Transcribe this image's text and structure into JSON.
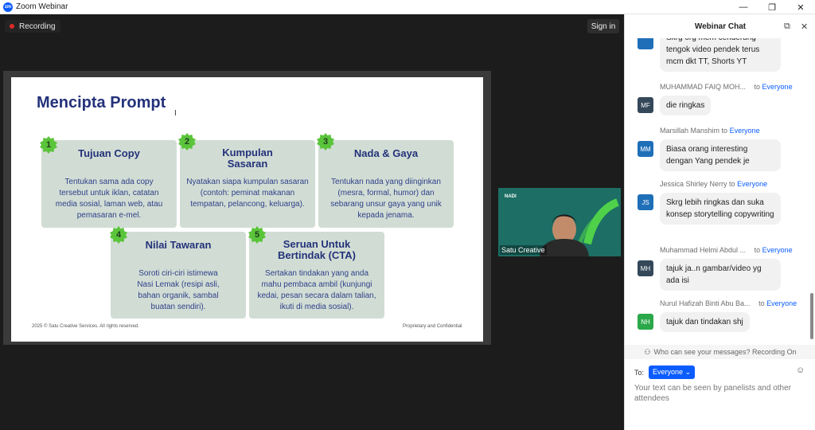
{
  "window": {
    "app_title": "Zoom Webinar",
    "logo_text": "zm",
    "minimize": "—",
    "maximize": "❐",
    "close": "✕"
  },
  "stage": {
    "recording_label": "Recording",
    "signin_label": "Sign in"
  },
  "slide": {
    "title": "Mencipta Prompt",
    "cards": [
      {
        "num": "1",
        "title": "Tujuan Copy",
        "body": "Tentukan sama ada copy tersebut untuk iklan, catatan media sosial, laman web, atau pemasaran e-mel."
      },
      {
        "num": "2",
        "title": "Kumpulan Sasaran",
        "body": "Nyatakan siapa kumpulan sasaran (contoh: peminat makanan tempatan, pelancong, keluarga)."
      },
      {
        "num": "3",
        "title": "Nada & Gaya",
        "body": "Tentukan nada yang diinginkan (mesra, formal, humor) dan sebarang unsur gaya yang unik kepada jenama."
      },
      {
        "num": "4",
        "title": "Nilai Tawaran",
        "body": "Soroti ciri-ciri istimewa Nasi Lemak (resipi asli, bahan organik, sambal buatan sendiri)."
      },
      {
        "num": "5",
        "title": "Seruan Untuk Bertindak (CTA)",
        "body": "Sertakan tindakan yang anda mahu pembaca ambil (kunjungi kedai, pesan secara dalam talian, ikuti di media sosial)."
      }
    ],
    "footer_left": "2025 © Satu Creative Services. All rights reserved.",
    "footer_right": "Proprietary and Confidential",
    "colors": {
      "card": "#d1ddd4",
      "badge": "#5ac43a",
      "heading": "#24327a"
    }
  },
  "video": {
    "participant_name": "Satu Creative",
    "logo_text": "NADI"
  },
  "chat": {
    "title": "Webinar Chat",
    "popout_icon": "popout-icon",
    "close_icon": "close-icon",
    "messages": [
      {
        "sender": "",
        "to": "",
        "initials": "",
        "avatar_color": "#1f6fb8",
        "text": "Skrg org mem cenderung tengok video pendek terus mcm dkt TT, Shorts YT"
      },
      {
        "sender": "MUHAMMAD FAIQ MOH...",
        "to": "Everyone",
        "initials": "MF",
        "avatar_color": "#344859",
        "text": "die ringkas"
      },
      {
        "sender": "Marsillah Manshim",
        "to": "Everyone",
        "initials": "MM",
        "avatar_color": "#1f6fb8",
        "text": "Biasa orang interesting dengan Yang pendek je"
      },
      {
        "sender": "Jessica Shirley Nerry",
        "to": "Everyone",
        "initials": "JS",
        "avatar_color": "#1f6fb8",
        "text": "Skrg lebih ringkas dan suka konsep storytelling copywriting"
      },
      {
        "sender": "Muhammad Helmi Abdul ...",
        "to": "Everyone",
        "initials": "MH",
        "avatar_color": "#344859",
        "text": "tajuk ja..n gambar/video yg ada isi"
      },
      {
        "sender": "Nurul Hafizah Binti Abu Ba...",
        "to": "Everyone",
        "initials": "NH",
        "avatar_color": "#2aa84a",
        "text": "tajuk dan tindakan shj"
      }
    ],
    "to_word": "to",
    "privacy_text": "Who can see your messages? Recording On",
    "to_label": "To:",
    "to_value": "Everyone",
    "compose_placeholder": "Your text can be seen by panelists and other attendees"
  }
}
